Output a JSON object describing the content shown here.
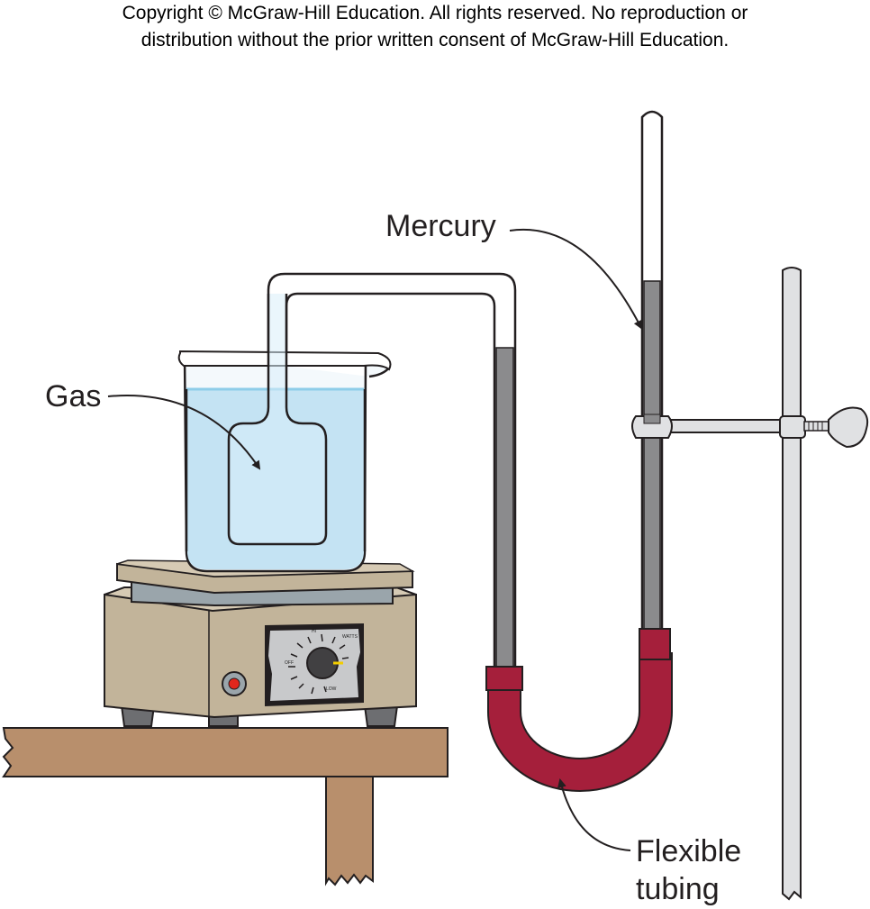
{
  "copyright": {
    "line1": "Copyright © McGraw-Hill Education.  All rights reserved. No reproduction or",
    "line2": "distribution without the prior written consent of McGraw-Hill Education."
  },
  "labels": {
    "mercury": "Mercury",
    "gas": "Gas",
    "flexible": "Flexible",
    "tubing": "tubing"
  },
  "hotplate_dial": {
    "watts": "WATTS",
    "hi": "HI",
    "off": "OFF",
    "low": "LOW"
  },
  "colors": {
    "water": "#c4e3f3",
    "water_surface": "#8ecde9",
    "mercury": "#8b8b8d",
    "flexible_tubing": "#a51f3b",
    "hotplate_body": "#c2b49a",
    "table_wood": "#b88f6c",
    "indicator_light": "#e1261c"
  }
}
